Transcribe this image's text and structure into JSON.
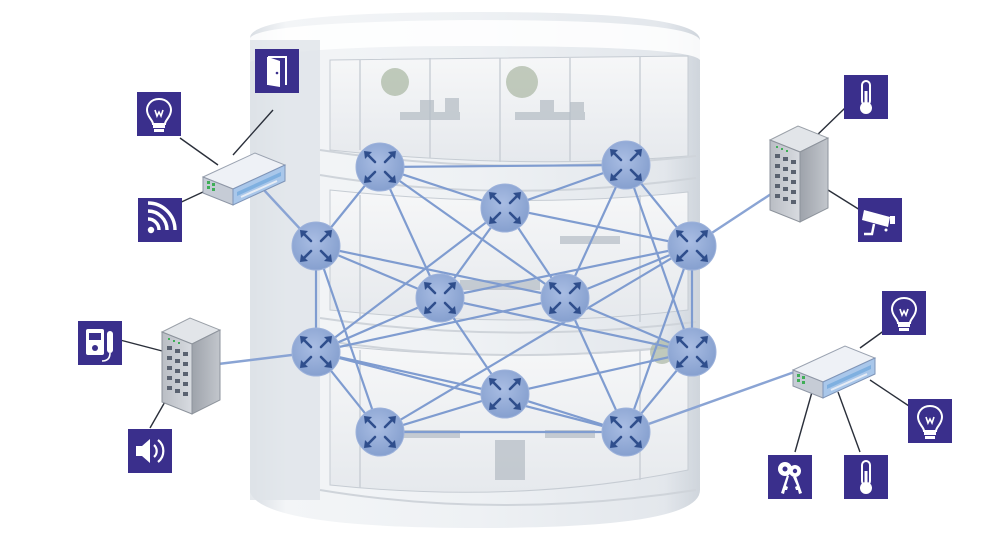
{
  "colors": {
    "background": "#ffffff",
    "icon_tile": "#3a2f8c",
    "icon_glyph": "#ffffff",
    "mesh_node_fill": "#8fa9d6",
    "mesh_node_arrow": "#2f4e8c",
    "mesh_link": "#7f9cd0",
    "device_link": "#8aa4d4",
    "building_glass": "#e9edf1",
    "switch_body": "#c9ccd2",
    "din_body": "#dfe3ea"
  },
  "mesh": {
    "nodes": [
      {
        "id": "n1"
      },
      {
        "id": "n2"
      },
      {
        "id": "n3"
      },
      {
        "id": "n4"
      },
      {
        "id": "n5"
      },
      {
        "id": "n6"
      },
      {
        "id": "n7"
      },
      {
        "id": "n8"
      },
      {
        "id": "n9"
      },
      {
        "id": "n10"
      },
      {
        "id": "n11"
      },
      {
        "id": "n12"
      }
    ],
    "links": [
      [
        "n1",
        "n2"
      ],
      [
        "n1",
        "n3"
      ],
      [
        "n1",
        "n4"
      ],
      [
        "n1",
        "n5"
      ],
      [
        "n1",
        "n6"
      ],
      [
        "n2",
        "n3"
      ],
      [
        "n2",
        "n6"
      ],
      [
        "n2",
        "n7"
      ],
      [
        "n2",
        "n9"
      ],
      [
        "n3",
        "n5"
      ],
      [
        "n3",
        "n7"
      ],
      [
        "n3",
        "n6"
      ],
      [
        "n3",
        "n8"
      ],
      [
        "n4",
        "n5"
      ],
      [
        "n4",
        "n6"
      ],
      [
        "n4",
        "n8"
      ],
      [
        "n4",
        "n10"
      ],
      [
        "n5",
        "n7"
      ],
      [
        "n5",
        "n8"
      ],
      [
        "n5",
        "n9"
      ],
      [
        "n5",
        "n11"
      ],
      [
        "n6",
        "n7"
      ],
      [
        "n6",
        "n8"
      ],
      [
        "n6",
        "n9"
      ],
      [
        "n6",
        "n12"
      ],
      [
        "n7",
        "n9"
      ],
      [
        "n7",
        "n10"
      ],
      [
        "n7",
        "n12"
      ],
      [
        "n8",
        "n10"
      ],
      [
        "n8",
        "n11"
      ],
      [
        "n8",
        "n12"
      ],
      [
        "n9",
        "n11"
      ],
      [
        "n9",
        "n12"
      ],
      [
        "n10",
        "n11"
      ],
      [
        "n10",
        "n12"
      ],
      [
        "n11",
        "n12"
      ]
    ]
  },
  "devices": [
    {
      "name": "din-rail-gateway-top-left",
      "kind": "din",
      "links_to": "n4"
    },
    {
      "name": "industrial-switch-left",
      "kind": "switch",
      "links_to": "n8"
    },
    {
      "name": "industrial-switch-right",
      "kind": "switch",
      "links_to": "n7"
    },
    {
      "name": "din-rail-gateway-bottom-right",
      "kind": "din",
      "links_to": "n12"
    }
  ],
  "endpoints": [
    {
      "icon": "door-icon",
      "device": "din-rail-gateway-top-left"
    },
    {
      "icon": "light-bulb-icon",
      "device": "din-rail-gateway-top-left"
    },
    {
      "icon": "wireless-signal-icon",
      "device": "din-rail-gateway-top-left"
    },
    {
      "icon": "intercom-phone-icon",
      "device": "industrial-switch-left"
    },
    {
      "icon": "speaker-icon",
      "device": "industrial-switch-left"
    },
    {
      "icon": "thermometer-icon",
      "device": "industrial-switch-right"
    },
    {
      "icon": "security-camera-icon",
      "device": "industrial-switch-right"
    },
    {
      "icon": "light-bulb-icon",
      "device": "din-rail-gateway-bottom-right"
    },
    {
      "icon": "light-bulb-icon",
      "device": "din-rail-gateway-bottom-right"
    },
    {
      "icon": "thermometer-icon",
      "device": "din-rail-gateway-bottom-right"
    },
    {
      "icon": "keys-icon",
      "device": "din-rail-gateway-bottom-right"
    }
  ]
}
